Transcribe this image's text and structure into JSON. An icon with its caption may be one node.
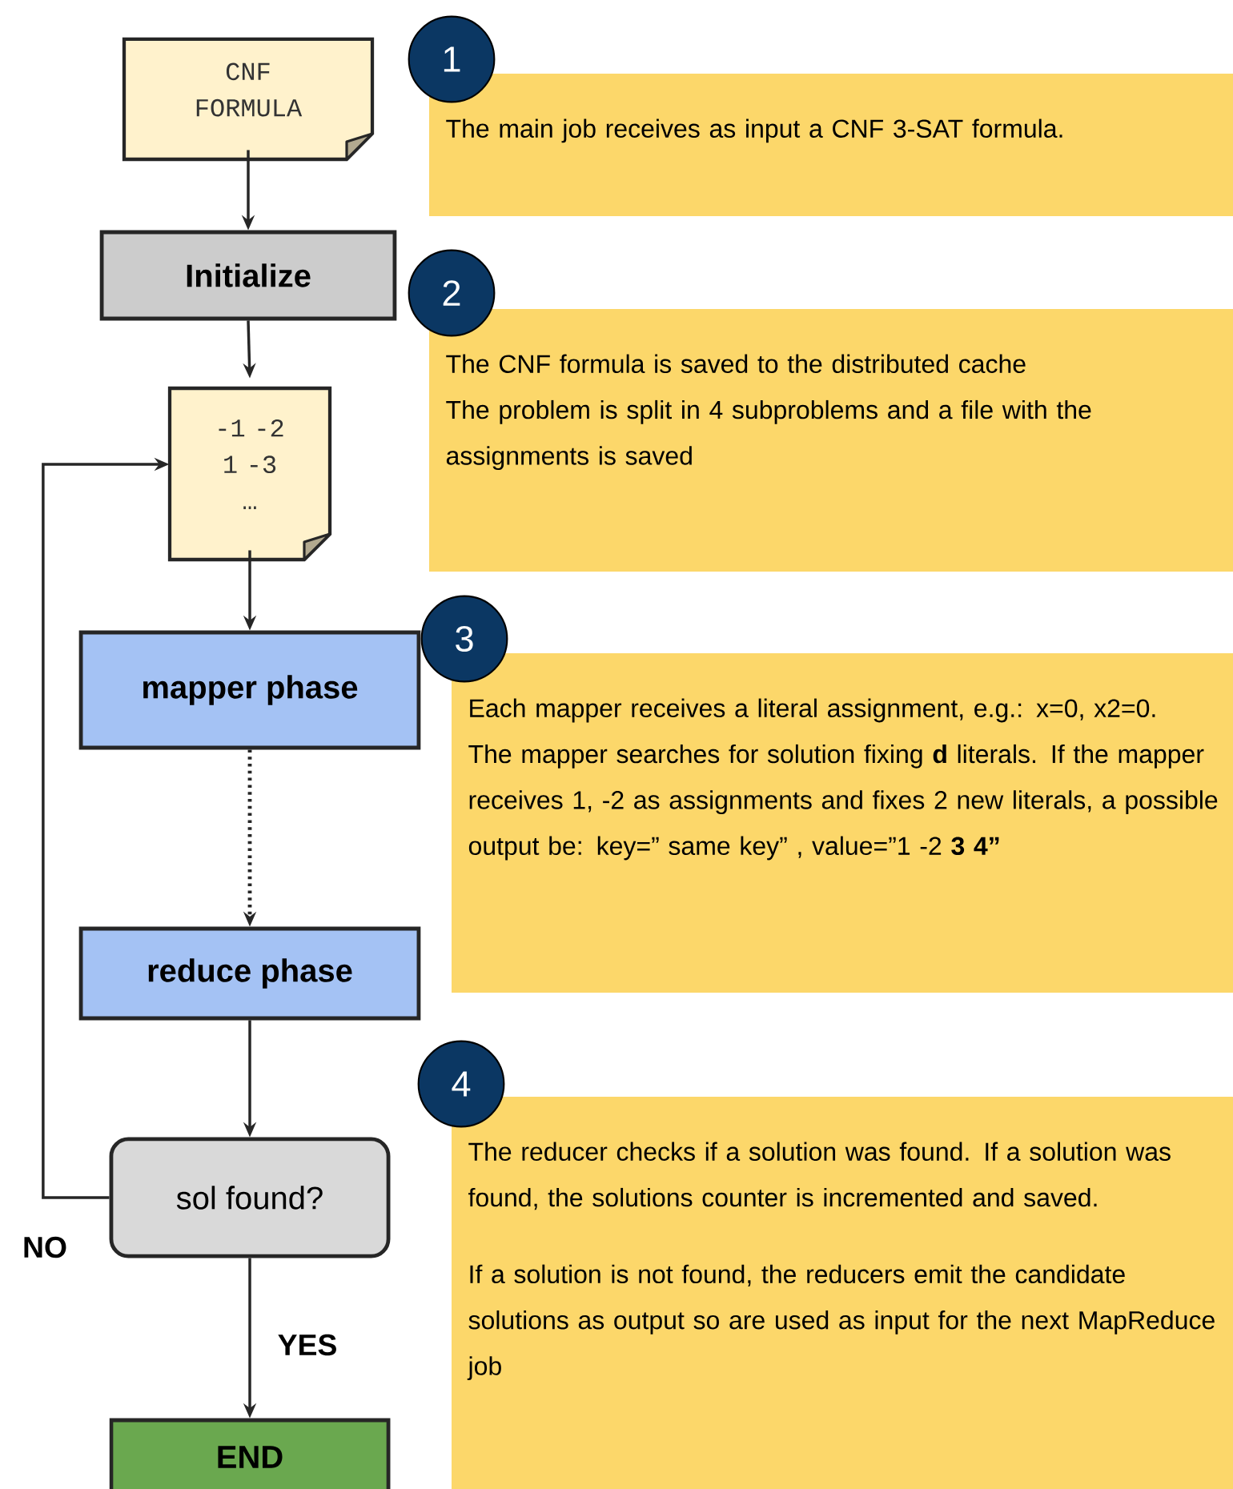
{
  "diagram": {
    "nodes": [
      {
        "text": [
          "CNF FORMULA"
        ]
      },
      {
        "text": [
          "Initialize"
        ]
      },
      {
        "text": [
          "-1 -2",
          "1 -3",
          "…"
        ]
      },
      {
        "text": [
          "mapper phase"
        ]
      },
      {
        "text": [
          "reduce phase"
        ]
      },
      {
        "text": [
          "sol found?"
        ]
      },
      {
        "text": [
          "END"
        ]
      },
      {
        "text": [
          "1",
          "The main job receives as input a CNF 3-SAT formula."
        ]
      },
      {
        "text": [
          "2",
          "The CNF formula is saved to the distributed cache",
          "The problem is split in 4 subproblems and a file with the assignments is saved"
        ]
      },
      {
        "text": [
          "3",
          "Each mapper receives a literal assignment, e.g.: x=0, x2=0.",
          "The mapper searches for solution fixing **d** literals. If the mapper receives 1, -2 as assignments and fixes 2 new literals, a possible output be: key=” same key” , value=”1 -2 **3 4”**"
        ]
      },
      {
        "text": [
          "4",
          "The reducer checks if a solution was found. If a solution was found, the solutions counter is incremented and saved.",
          "If a solution is not found, the reducers emit the candidate solutions as output so are used as input for the next MapReduce job"
        ]
      }
    ],
    "edges": [
      {
        "from": 0,
        "to": 1,
        "arrow": "to"
      },
      {
        "from": 1,
        "to": 2,
        "arrow": "to"
      },
      {
        "from": 2,
        "to": 3,
        "arrow": "to"
      },
      {
        "from": 3,
        "to": 4,
        "arrow": "to",
        "style": "dashed"
      },
      {
        "from": 4,
        "to": 5,
        "arrow": "to"
      },
      {
        "from": 5,
        "to": 2,
        "arrow": "to",
        "label": "NO"
      },
      {
        "from": 5,
        "to": 6,
        "arrow": "to",
        "label": "YES"
      }
    ]
  }
}
